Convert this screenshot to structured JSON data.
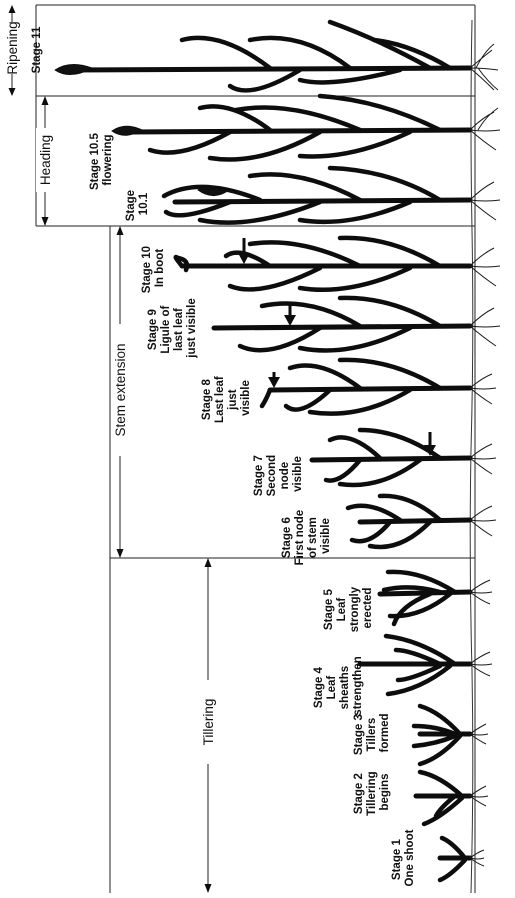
{
  "figure": {
    "phases": [
      {
        "id": "ripening",
        "label": "Ripening"
      },
      {
        "id": "heading",
        "label": "Heading"
      },
      {
        "id": "stem-extension",
        "label": "Stem extension"
      },
      {
        "id": "tillering",
        "label": "Tillering"
      }
    ],
    "stages": [
      {
        "id": "stage-11",
        "lines": [
          "Stage 11"
        ]
      },
      {
        "id": "stage-10-5",
        "lines": [
          "Stage 10.5",
          "flowering"
        ]
      },
      {
        "id": "stage-10-1",
        "lines": [
          "Stage",
          "10.1"
        ]
      },
      {
        "id": "stage-10",
        "lines": [
          "Stage 10",
          "In boot"
        ]
      },
      {
        "id": "stage-9",
        "lines": [
          "Stage 9",
          "Ligule of",
          "last leaf",
          "just visible"
        ]
      },
      {
        "id": "stage-8",
        "lines": [
          "Stage 8",
          "Last leaf",
          "just",
          "visible"
        ]
      },
      {
        "id": "stage-7",
        "lines": [
          "Stage 7",
          "Second",
          "node",
          "visible"
        ]
      },
      {
        "id": "stage-6",
        "lines": [
          "Stage 6",
          "First node",
          "of stem",
          "visible"
        ]
      },
      {
        "id": "stage-5",
        "lines": [
          "Stage 5",
          "Leaf",
          "strongly",
          "erected"
        ]
      },
      {
        "id": "stage-4",
        "lines": [
          "Stage 4",
          "Leaf",
          "sheaths",
          "strengthen"
        ]
      },
      {
        "id": "stage-3",
        "lines": [
          "Stage 3",
          "Tillers",
          "formed"
        ]
      },
      {
        "id": "stage-2",
        "lines": [
          "Stage 2",
          "Tillering",
          "begins"
        ]
      },
      {
        "id": "stage-1",
        "lines": [
          "Stage 1",
          "One shoot"
        ]
      }
    ]
  }
}
